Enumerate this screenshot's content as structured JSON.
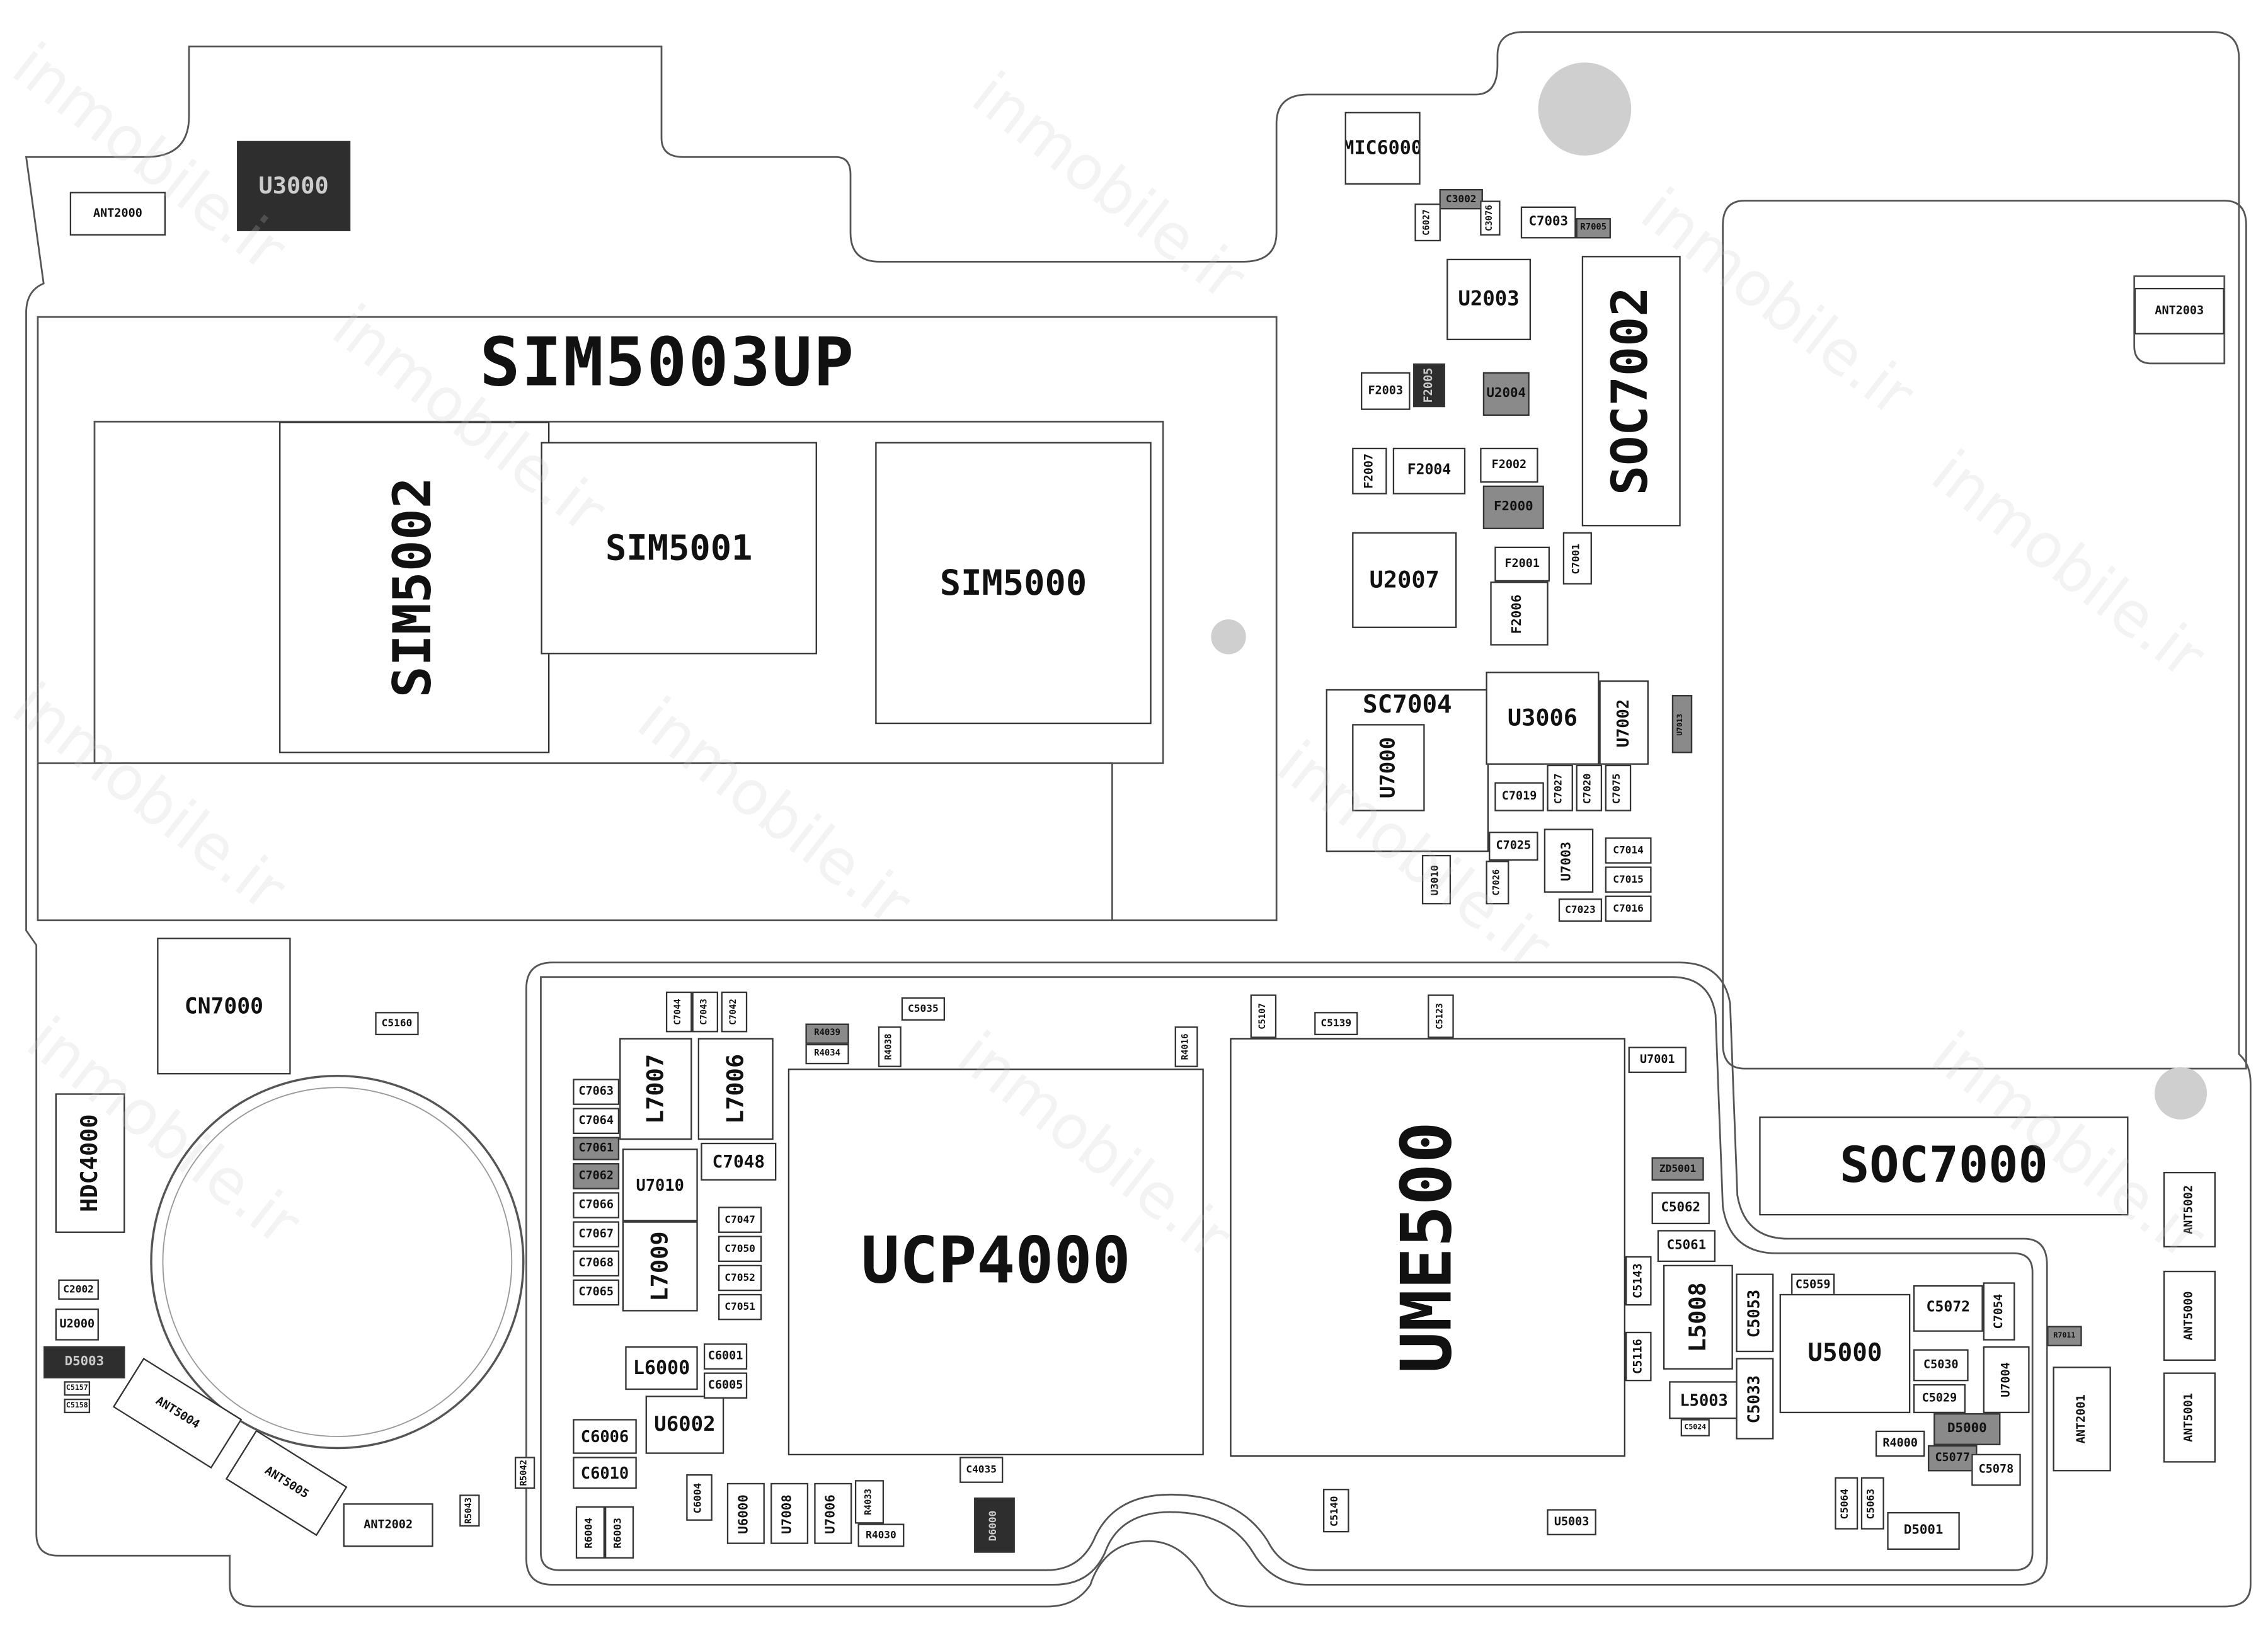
{
  "board_title": "SIM5003UP",
  "watermark": "inmobile.ir",
  "colors": {
    "white_part": "#ffffff",
    "gray_part": "#8a8a8a",
    "dark_part": "#2e2e2e",
    "outline": "#555555",
    "hole": "#cfcfcf"
  },
  "parts": [
    {
      "label": "U3000",
      "shade": "d"
    },
    {
      "label": "ANT2000",
      "shade": "w"
    },
    {
      "label": "SIM5002",
      "shade": "w"
    },
    {
      "label": "SIM5001",
      "shade": "w"
    },
    {
      "label": "SIM5000",
      "shade": "w"
    },
    {
      "label": "CN7000",
      "shade": "w"
    },
    {
      "label": "C5160",
      "shade": "w"
    },
    {
      "label": "HDC4000",
      "shade": "w"
    },
    {
      "label": "C2002",
      "shade": "w"
    },
    {
      "label": "U2000",
      "shade": "w"
    },
    {
      "label": "D5003",
      "shade": "d"
    },
    {
      "label": "C5157",
      "shade": "w"
    },
    {
      "label": "C5158",
      "shade": "w"
    },
    {
      "label": "ANT2002",
      "shade": "w"
    },
    {
      "label": "MIC6000",
      "shade": "w"
    },
    {
      "label": "C3002",
      "shade": "g"
    },
    {
      "label": "C6027",
      "shade": "w"
    },
    {
      "label": "C3076",
      "shade": "w"
    },
    {
      "label": "C7003",
      "shade": "w"
    },
    {
      "label": "R7005",
      "shade": "g"
    },
    {
      "label": "U2003",
      "shade": "w"
    },
    {
      "label": "SOC7002",
      "shade": "w"
    },
    {
      "label": "F2003",
      "shade": "w"
    },
    {
      "label": "F2005",
      "shade": "d"
    },
    {
      "label": "U2004",
      "shade": "g"
    },
    {
      "label": "F2004",
      "shade": "w"
    },
    {
      "label": "F2007",
      "shade": "w"
    },
    {
      "label": "F2002",
      "shade": "w"
    },
    {
      "label": "F2000",
      "shade": "g"
    },
    {
      "label": "U2007",
      "shade": "w"
    },
    {
      "label": "F2001",
      "shade": "w"
    },
    {
      "label": "F2006",
      "shade": "w"
    },
    {
      "label": "C7001",
      "shade": "w"
    },
    {
      "label": "SC7004",
      "shade": "w"
    },
    {
      "label": "U7000",
      "shade": "w"
    },
    {
      "label": "U3006",
      "shade": "w"
    },
    {
      "label": "U7002",
      "shade": "w"
    },
    {
      "label": "U7013",
      "shade": "g"
    },
    {
      "label": "C7019",
      "shade": "w"
    },
    {
      "label": "C7027",
      "shade": "w"
    },
    {
      "label": "C7020",
      "shade": "w"
    },
    {
      "label": "C7075",
      "shade": "w"
    },
    {
      "label": "C7025",
      "shade": "w"
    },
    {
      "label": "C7026",
      "shade": "w"
    },
    {
      "label": "U7003",
      "shade": "w"
    },
    {
      "label": "C7014",
      "shade": "w"
    },
    {
      "label": "C7015",
      "shade": "w"
    },
    {
      "label": "C7016",
      "shade": "w"
    },
    {
      "label": "C7023",
      "shade": "w"
    },
    {
      "label": "U3010",
      "shade": "w"
    },
    {
      "label": "ANT2003",
      "shade": "w"
    },
    {
      "label": "SOC7000",
      "shade": "w"
    },
    {
      "label": "ANT5002",
      "shade": "w"
    },
    {
      "label": "ANT5000",
      "shade": "w"
    },
    {
      "label": "ANT5001",
      "shade": "w"
    },
    {
      "label": "ANT2001",
      "shade": "w"
    },
    {
      "label": "R7011",
      "shade": "g"
    },
    {
      "label": "UCP4000",
      "shade": "w"
    },
    {
      "label": "UME500",
      "shade": "w"
    },
    {
      "label": "L7007",
      "shade": "w"
    },
    {
      "label": "L7006",
      "shade": "w"
    },
    {
      "label": "C7048",
      "shade": "w"
    },
    {
      "label": "U7010",
      "shade": "w"
    },
    {
      "label": "L7009",
      "shade": "w"
    },
    {
      "label": "L6000",
      "shade": "w"
    },
    {
      "label": "U6002",
      "shade": "w"
    },
    {
      "label": "C6006",
      "shade": "w"
    },
    {
      "label": "C6010",
      "shade": "w"
    },
    {
      "label": "C6001",
      "shade": "w"
    },
    {
      "label": "C6005",
      "shade": "w"
    },
    {
      "label": "C7063",
      "shade": "w"
    },
    {
      "label": "C7064",
      "shade": "w"
    },
    {
      "label": "C7061",
      "shade": "g"
    },
    {
      "label": "C7062",
      "shade": "g"
    },
    {
      "label": "C7066",
      "shade": "w"
    },
    {
      "label": "C7067",
      "shade": "w"
    },
    {
      "label": "C7068",
      "shade": "w"
    },
    {
      "label": "C7065",
      "shade": "w"
    },
    {
      "label": "C7044",
      "shade": "w"
    },
    {
      "label": "C7043",
      "shade": "w"
    },
    {
      "label": "C7042",
      "shade": "w"
    },
    {
      "label": "C7047",
      "shade": "w"
    },
    {
      "label": "C7050",
      "shade": "w"
    },
    {
      "label": "C7052",
      "shade": "w"
    },
    {
      "label": "C7051",
      "shade": "w"
    },
    {
      "label": "C5035",
      "shade": "w"
    },
    {
      "label": "R4039",
      "shade": "g"
    },
    {
      "label": "R4034",
      "shade": "w"
    },
    {
      "label": "R4038",
      "shade": "w"
    },
    {
      "label": "R4016",
      "shade": "w"
    },
    {
      "label": "C4035",
      "shade": "w"
    },
    {
      "label": "R4033",
      "shade": "w"
    },
    {
      "label": "R4030",
      "shade": "w"
    },
    {
      "label": "U6000",
      "shade": "w"
    },
    {
      "label": "U7008",
      "shade": "w"
    },
    {
      "label": "U7006",
      "shade": "w"
    },
    {
      "label": "D6000",
      "shade": "d"
    },
    {
      "label": "C6004",
      "shade": "w"
    },
    {
      "label": "R6004",
      "shade": "w"
    },
    {
      "label": "R6003",
      "shade": "w"
    },
    {
      "label": "R5043",
      "shade": "w"
    },
    {
      "label": "R5042",
      "shade": "w"
    },
    {
      "label": "C5107",
      "shade": "w"
    },
    {
      "label": "C5139",
      "shade": "w"
    },
    {
      "label": "C5123",
      "shade": "w"
    },
    {
      "label": "U7001",
      "shade": "w"
    },
    {
      "label": "ZD5001",
      "shade": "g"
    },
    {
      "label": "C5062",
      "shade": "w"
    },
    {
      "label": "C5061",
      "shade": "w"
    },
    {
      "label": "C5143",
      "shade": "w"
    },
    {
      "label": "L5008",
      "shade": "w"
    },
    {
      "label": "C5053",
      "shade": "w"
    },
    {
      "label": "C5116",
      "shade": "w"
    },
    {
      "label": "L5003",
      "shade": "w"
    },
    {
      "label": "C5033",
      "shade": "w"
    },
    {
      "label": "C5059",
      "shade": "w"
    },
    {
      "label": "U5000",
      "shade": "w"
    },
    {
      "label": "C5072",
      "shade": "w"
    },
    {
      "label": "C7054",
      "shade": "w"
    },
    {
      "label": "C5030",
      "shade": "w"
    },
    {
      "label": "C5029",
      "shade": "w"
    },
    {
      "label": "U7004",
      "shade": "w"
    },
    {
      "label": "D5000",
      "shade": "g"
    },
    {
      "label": "C5077",
      "shade": "g"
    },
    {
      "label": "C5078",
      "shade": "w"
    },
    {
      "label": "R4000",
      "shade": "w"
    },
    {
      "label": "D5001",
      "shade": "w"
    },
    {
      "label": "C5064",
      "shade": "w"
    },
    {
      "label": "C5063",
      "shade": "w"
    },
    {
      "label": "U5003",
      "shade": "w"
    },
    {
      "label": "C5140",
      "shade": "w"
    },
    {
      "label": "ANT5004",
      "shade": "w"
    },
    {
      "label": "ANT5005",
      "shade": "w"
    },
    {
      "label": "C5024",
      "shade": "w"
    }
  ]
}
